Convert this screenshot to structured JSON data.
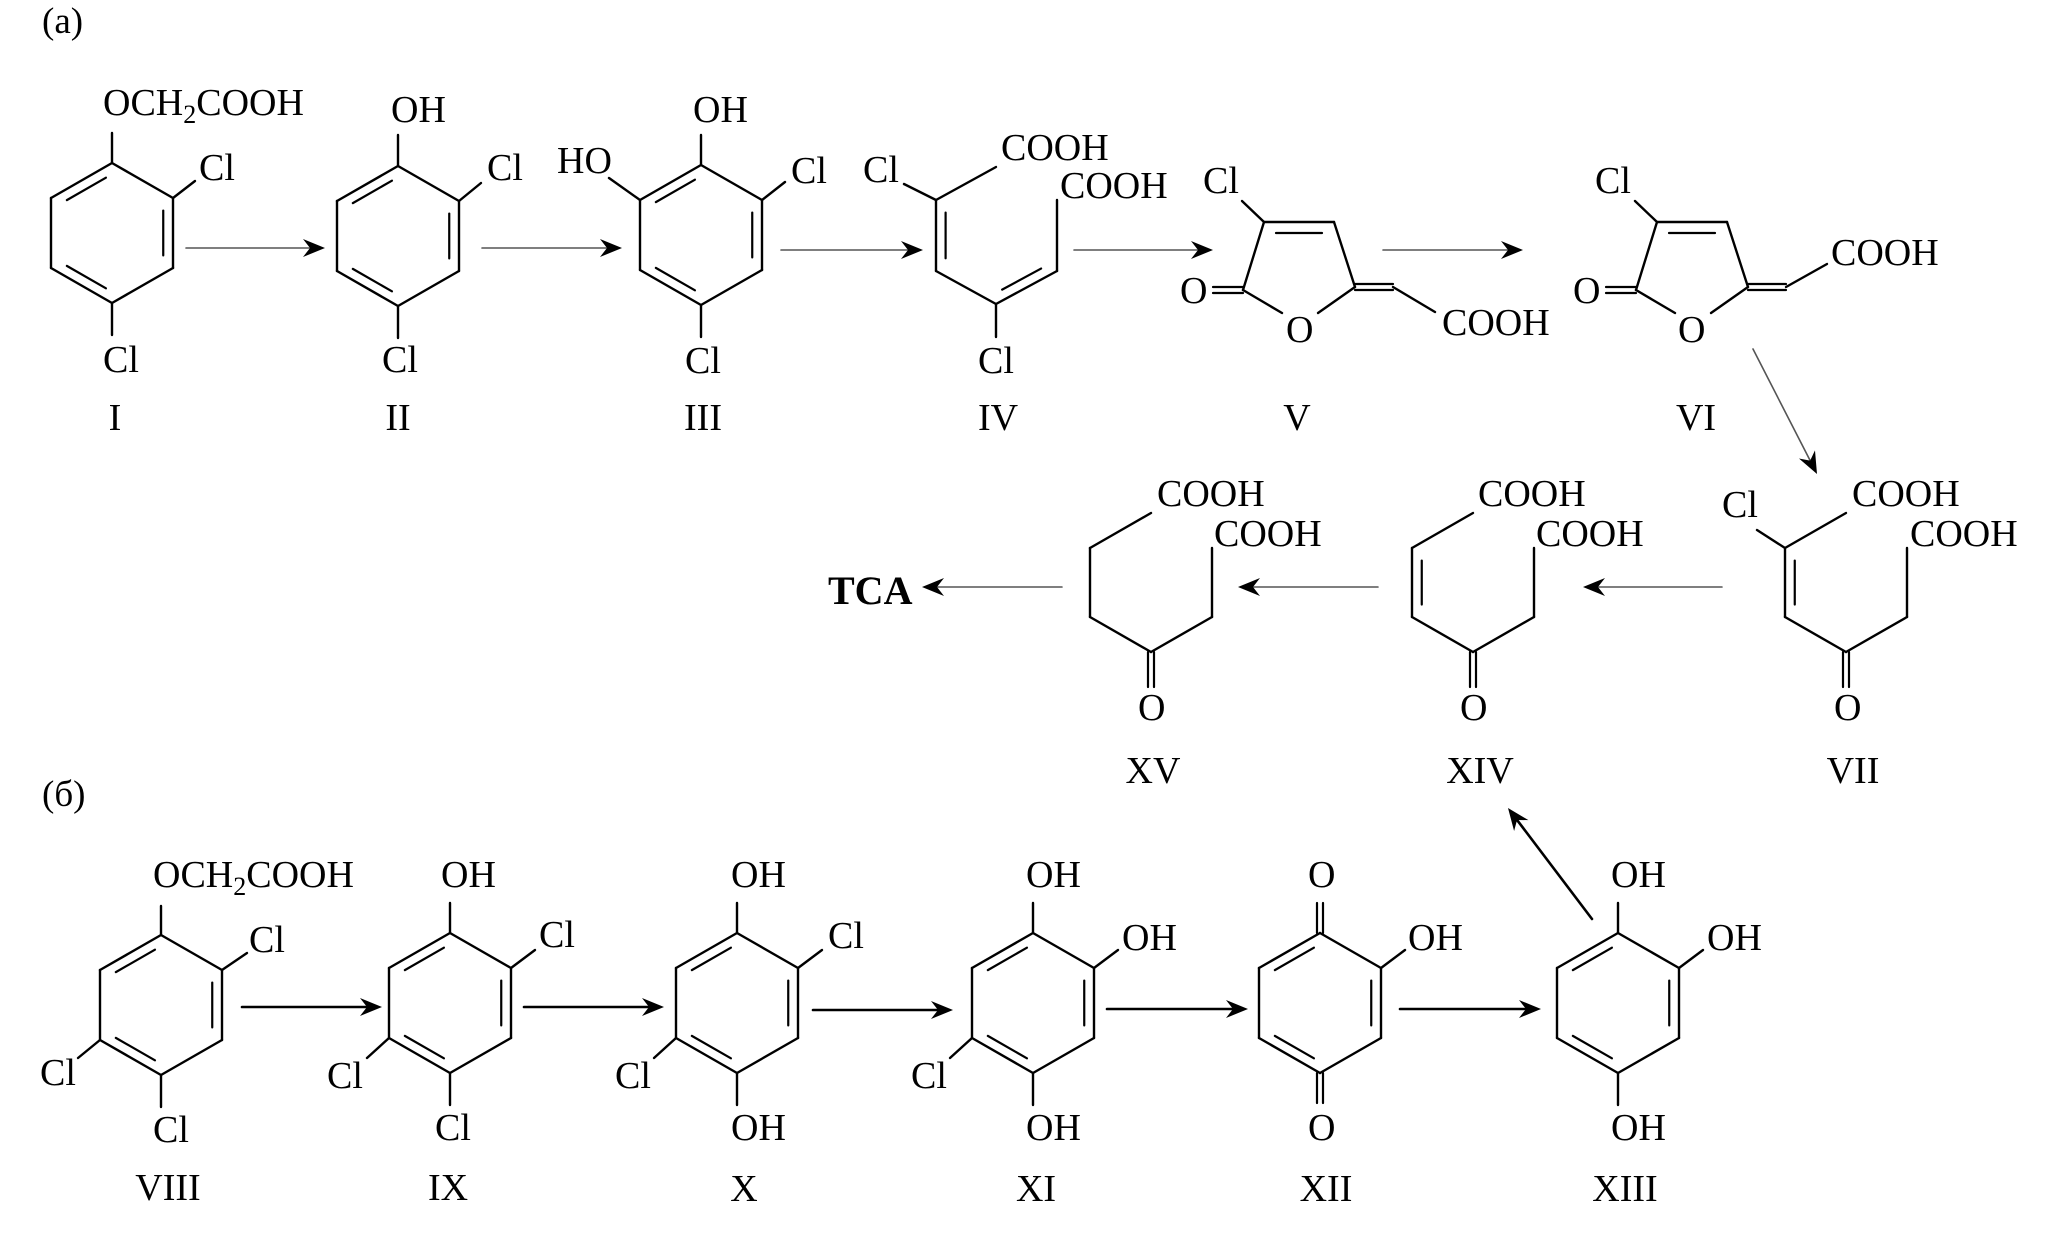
{
  "figure": {
    "panels": {
      "a": "(a)",
      "b": "(б)"
    },
    "end_product": "TCA",
    "compounds": {
      "I": {
        "label": "I",
        "top": {
          "pre": "OCH",
          "sub": "2",
          "post": "COOH"
        },
        "ortho": "Cl",
        "para": "Cl"
      },
      "II": {
        "label": "II",
        "top": "OH",
        "ortho": "Cl",
        "para": "Cl"
      },
      "III": {
        "label": "III",
        "top": "OH",
        "meta_left": "HO",
        "ortho": "Cl",
        "para": "Cl"
      },
      "IV": {
        "label": "IV",
        "cl_left": "Cl",
        "cooh_1": "COOH",
        "cooh_2": "COOH",
        "cl_bottom": "Cl"
      },
      "V": {
        "label": "V",
        "cl": "Cl",
        "o_carbonyl": "O",
        "o_ring": "O",
        "cooh": "COOH"
      },
      "VI": {
        "label": "VI",
        "cl": "Cl",
        "o_carbonyl": "O",
        "o_ring": "O",
        "cooh": "COOH"
      },
      "VII": {
        "label": "VII",
        "cl": "Cl",
        "cooh_1": "COOH",
        "cooh_2": "COOH",
        "o": "O"
      },
      "XIV": {
        "label": "XIV",
        "cooh_1": "COOH",
        "cooh_2": "COOH",
        "o": "O"
      },
      "XV": {
        "label": "XV",
        "cooh_1": "COOH",
        "cooh_2": "COOH",
        "o": "O"
      },
      "VIII": {
        "label": "VIII",
        "top": {
          "pre": "OCH",
          "sub": "2",
          "post": "COOH"
        },
        "ortho": "Cl",
        "cl_left": "Cl",
        "para": "Cl"
      },
      "IX": {
        "label": "IX",
        "top": "OH",
        "ortho": "Cl",
        "cl_left": "Cl",
        "para": "Cl"
      },
      "X": {
        "label": "X",
        "top": "OH",
        "ortho": "Cl",
        "cl_left": "Cl",
        "para": "OH"
      },
      "XI": {
        "label": "XI",
        "top": "OH",
        "ortho": "OH",
        "cl_left": "Cl",
        "para": "OH"
      },
      "XII": {
        "label": "XII",
        "top": "O",
        "ortho": "OH",
        "para": "O"
      },
      "XIII": {
        "label": "XIII",
        "top": "OH",
        "ortho": "OH",
        "para": "OH"
      }
    },
    "pathway_a": [
      {
        "from": "I",
        "to": "II"
      },
      {
        "from": "II",
        "to": "III"
      },
      {
        "from": "III",
        "to": "IV"
      },
      {
        "from": "IV",
        "to": "V"
      },
      {
        "from": "V",
        "to": "VI"
      },
      {
        "from": "VI",
        "to": "VII"
      },
      {
        "from": "VII",
        "to": "XIV"
      },
      {
        "from": "XIV",
        "to": "XV"
      },
      {
        "from": "XV",
        "to": "TCA"
      }
    ],
    "pathway_b": [
      {
        "from": "VIII",
        "to": "IX"
      },
      {
        "from": "IX",
        "to": "X"
      },
      {
        "from": "X",
        "to": "XI"
      },
      {
        "from": "XI",
        "to": "XII"
      },
      {
        "from": "XII",
        "to": "XIII"
      },
      {
        "from": "XIII",
        "to": "XIV"
      }
    ],
    "colors": {
      "bond": "#000000",
      "arrow_a": "#555555",
      "arrow_b": "#000000"
    }
  }
}
